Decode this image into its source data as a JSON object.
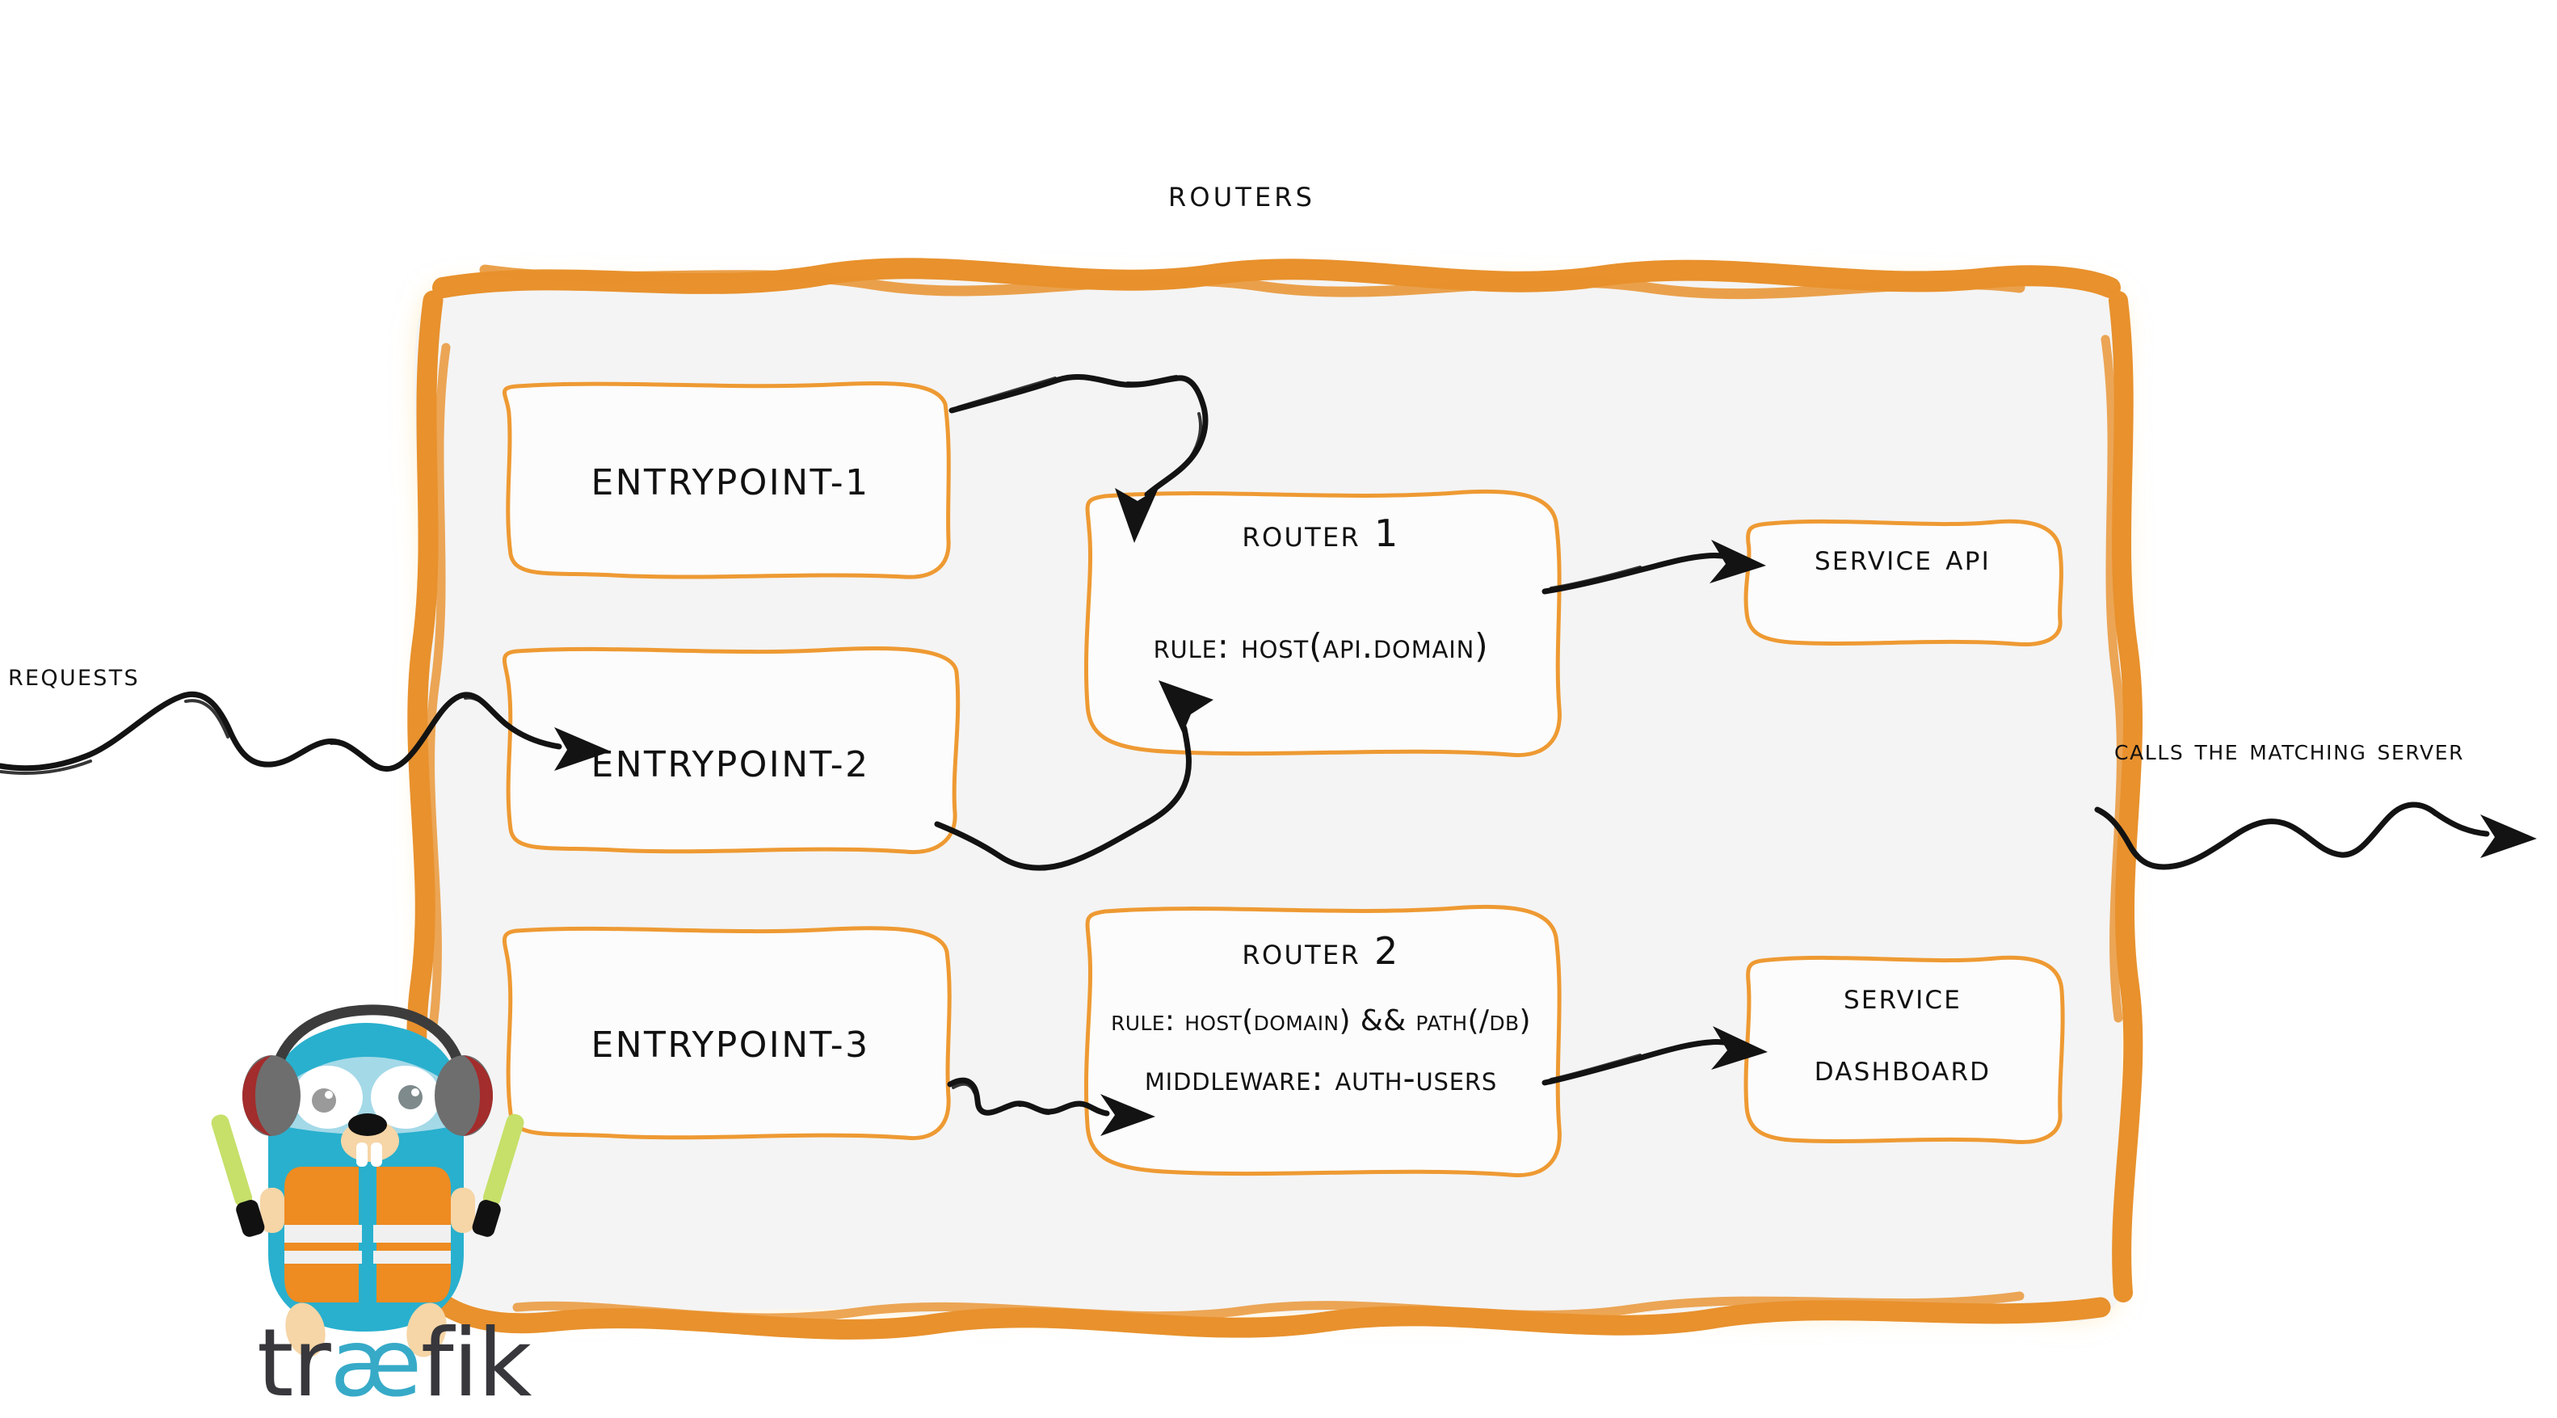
{
  "diagram": {
    "title": "Routers",
    "product": "traefik",
    "colors": {
      "accent_orange": "#E8912D",
      "box_border_orange": "#EE9A33",
      "panel_fill": "#F4F4F4",
      "box_fill": "#FCFCFC",
      "ink_black": "#111111",
      "gopher_cyan": "#29B0CE",
      "vest_orange": "#EE8B21",
      "wand_green": "#C6E06A",
      "logo_dark": "#37373C",
      "logo_cyan": "#37AAC8"
    }
  },
  "flow": {
    "inbound_label": "Requests",
    "outbound_label": "Calls the matching server"
  },
  "entrypoints": [
    {
      "label": "entrypoint-1"
    },
    {
      "label": "entrypoint-2"
    },
    {
      "label": "entrypoint-3"
    }
  ],
  "routers": [
    {
      "name": "Router 1",
      "rule": "rule: Host(api.domain)",
      "middleware": null
    },
    {
      "name": "Router 2",
      "rule": "rule: Host(domain) && Path(/db)",
      "middleware": "Middleware: auth-users"
    }
  ],
  "services": [
    {
      "label": "Service API",
      "lines": [
        "Service API"
      ]
    },
    {
      "label": "Service Dashboard",
      "lines": [
        "Service",
        "Dashboard"
      ]
    }
  ],
  "logo": {
    "part1": "tr",
    "part2": "æ",
    "part3": "fik"
  }
}
